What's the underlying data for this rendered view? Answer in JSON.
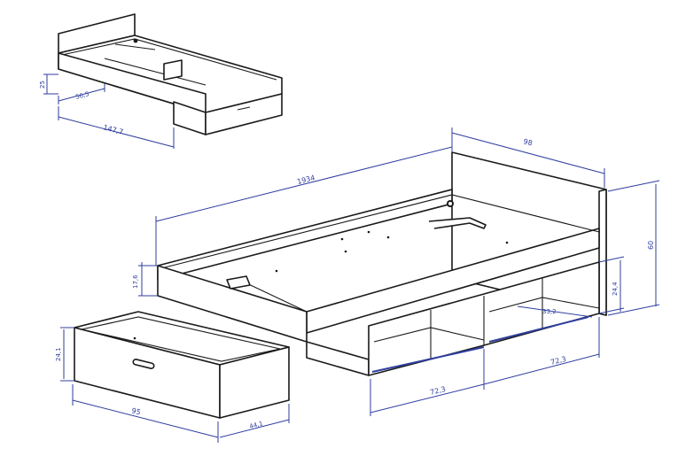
{
  "small_view": {
    "dims": {
      "height": "25",
      "depth": "56,5",
      "extension": "147,7"
    }
  },
  "main_view": {
    "dims": {
      "length": "1934",
      "width": "98",
      "head_height": "60",
      "side_height": "17,6",
      "cubby_height": "24,4",
      "cubby_depth": "33,2",
      "cubby_width_a": "72,3",
      "cubby_width_b": "72,3"
    }
  },
  "drawer_view": {
    "dims": {
      "height": "24,1",
      "width": "95",
      "depth": "44,1"
    }
  },
  "colors": {
    "line": "#1a1a1a",
    "dimension": "#2f3e9e",
    "background": "#ffffff"
  }
}
